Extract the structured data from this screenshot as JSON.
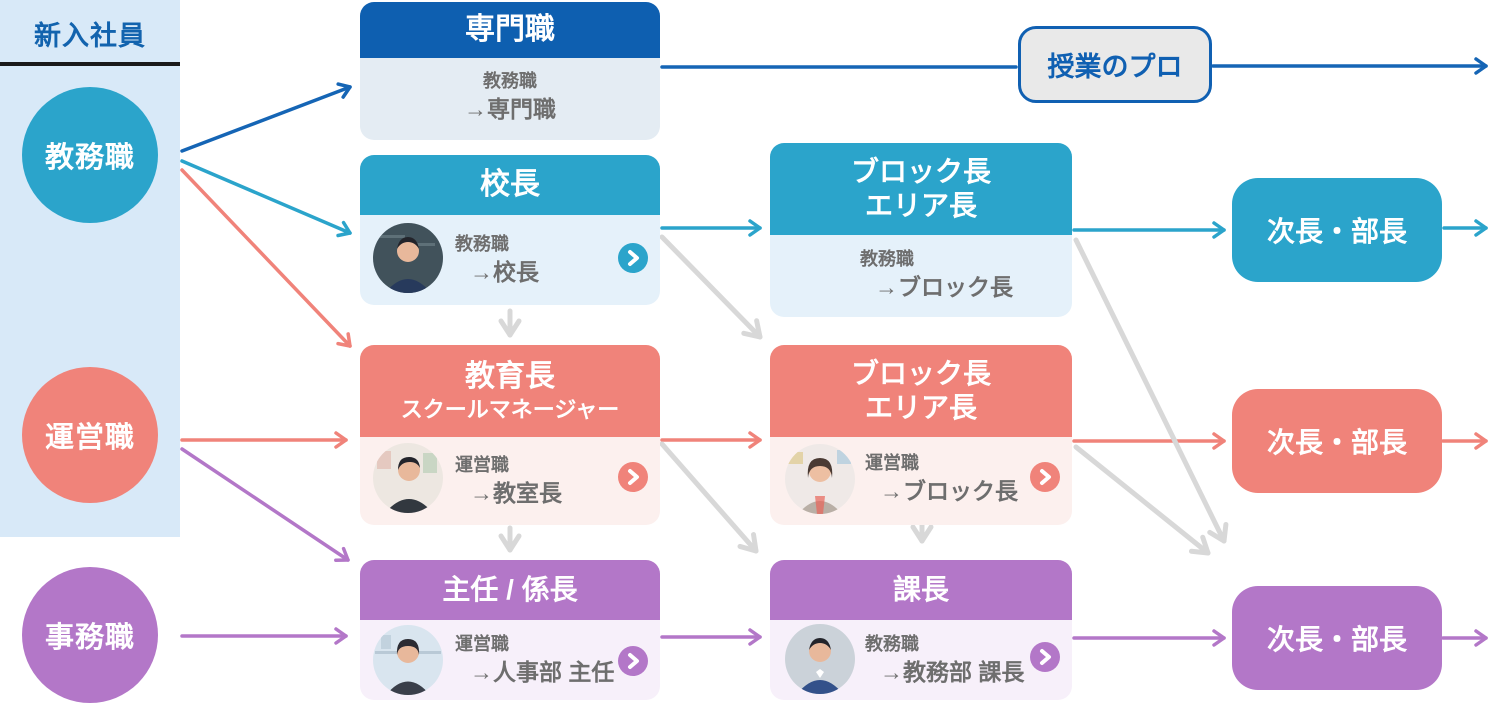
{
  "colors": {
    "blue": "#0E5FB0",
    "blue_arrow": "#1565B5",
    "teal": "#2BA4CB",
    "salmon": "#F0837A",
    "purple": "#B377C8",
    "panel_bg": "#D8E9F8",
    "gray_arrow": "#D8D8D8",
    "body_text": "#6E6E6E"
  },
  "panel": {
    "title": "新入社員"
  },
  "roles": [
    {
      "label": "教務職"
    },
    {
      "label": "運営職"
    },
    {
      "label": "事務職"
    }
  ],
  "boxes": {
    "senmon": {
      "title": "専門職",
      "from": "教務職",
      "to": "→専門職"
    },
    "kocho": {
      "title": "校長",
      "from": "教務職",
      "to": "→校長"
    },
    "kyoikucho": {
      "title": "教育長",
      "subtitle": "スクールマネージャー",
      "from": "運営職",
      "to": "→教室長"
    },
    "shunin": {
      "title": "主任 / 係長",
      "from": "運営職",
      "to": "→人事部 主任"
    },
    "block_kyomu": {
      "title1": "ブロック長",
      "title2": "エリア長",
      "from": "教務職",
      "to": "→ブロック長"
    },
    "block_unei": {
      "title1": "ブロック長",
      "title2": "エリア長",
      "from": "運営職",
      "to": "→ブロック長"
    },
    "kacho": {
      "title": "課長",
      "from": "教務職",
      "to": "→教務部 課長"
    },
    "pro": {
      "label": "授業のプロ"
    },
    "jicho_kyomu": {
      "label": "次長・部長"
    },
    "jicho_unei": {
      "label": "次長・部長"
    },
    "jicho_jimu": {
      "label": "次長・部長"
    }
  },
  "edges": [
    {
      "from": "教務職",
      "to": "専門職",
      "style": "blue"
    },
    {
      "from": "専門職",
      "to": "授業のプロ",
      "style": "blue"
    },
    {
      "from": "授業のプロ",
      "to": "右端(継続)",
      "style": "blue"
    },
    {
      "from": "教務職",
      "to": "校長",
      "style": "teal"
    },
    {
      "from": "校長",
      "to": "ブロック長・エリア長(教務)",
      "style": "teal"
    },
    {
      "from": "ブロック長・エリア長(教務)",
      "to": "次長・部長(教務)",
      "style": "teal"
    },
    {
      "from": "次長・部長(教務)",
      "to": "右端(継続)",
      "style": "teal"
    },
    {
      "from": "教務職",
      "to": "教育長",
      "style": "salmon"
    },
    {
      "from": "運営職",
      "to": "教育長",
      "style": "salmon"
    },
    {
      "from": "教育長",
      "to": "ブロック長・エリア長(運営)",
      "style": "salmon"
    },
    {
      "from": "ブロック長・エリア長(運営)",
      "to": "次長・部長(運営)",
      "style": "salmon"
    },
    {
      "from": "次長・部長(運営)",
      "to": "右端(継続)",
      "style": "salmon"
    },
    {
      "from": "運営職",
      "to": "主任 / 係長",
      "style": "purple"
    },
    {
      "from": "事務職",
      "to": "主任 / 係長",
      "style": "purple"
    },
    {
      "from": "主任 / 係長",
      "to": "課長",
      "style": "purple"
    },
    {
      "from": "課長",
      "to": "次長・部長(事務)",
      "style": "purple"
    },
    {
      "from": "次長・部長(事務)",
      "to": "右端(継続)",
      "style": "purple"
    },
    {
      "from": "校長",
      "to": "教育長",
      "style": "gray-down"
    },
    {
      "from": "教育長",
      "to": "主任 / 係長",
      "style": "gray-down"
    },
    {
      "from": "ブロック長・エリア長(運営)",
      "to": "課長",
      "style": "gray-down"
    },
    {
      "from": "校長",
      "to": "ブロック長・エリア長(運営)",
      "style": "gray-diagonal"
    },
    {
      "from": "教育長",
      "to": "課長",
      "style": "gray-diagonal"
    },
    {
      "from": "ブロック長・エリア長(教務)",
      "to": "次長・部長(事務)",
      "style": "gray-diagonal"
    },
    {
      "from": "ブロック長・エリア長(運営)",
      "to": "次長・部長(事務)",
      "style": "gray-diagonal"
    }
  ]
}
